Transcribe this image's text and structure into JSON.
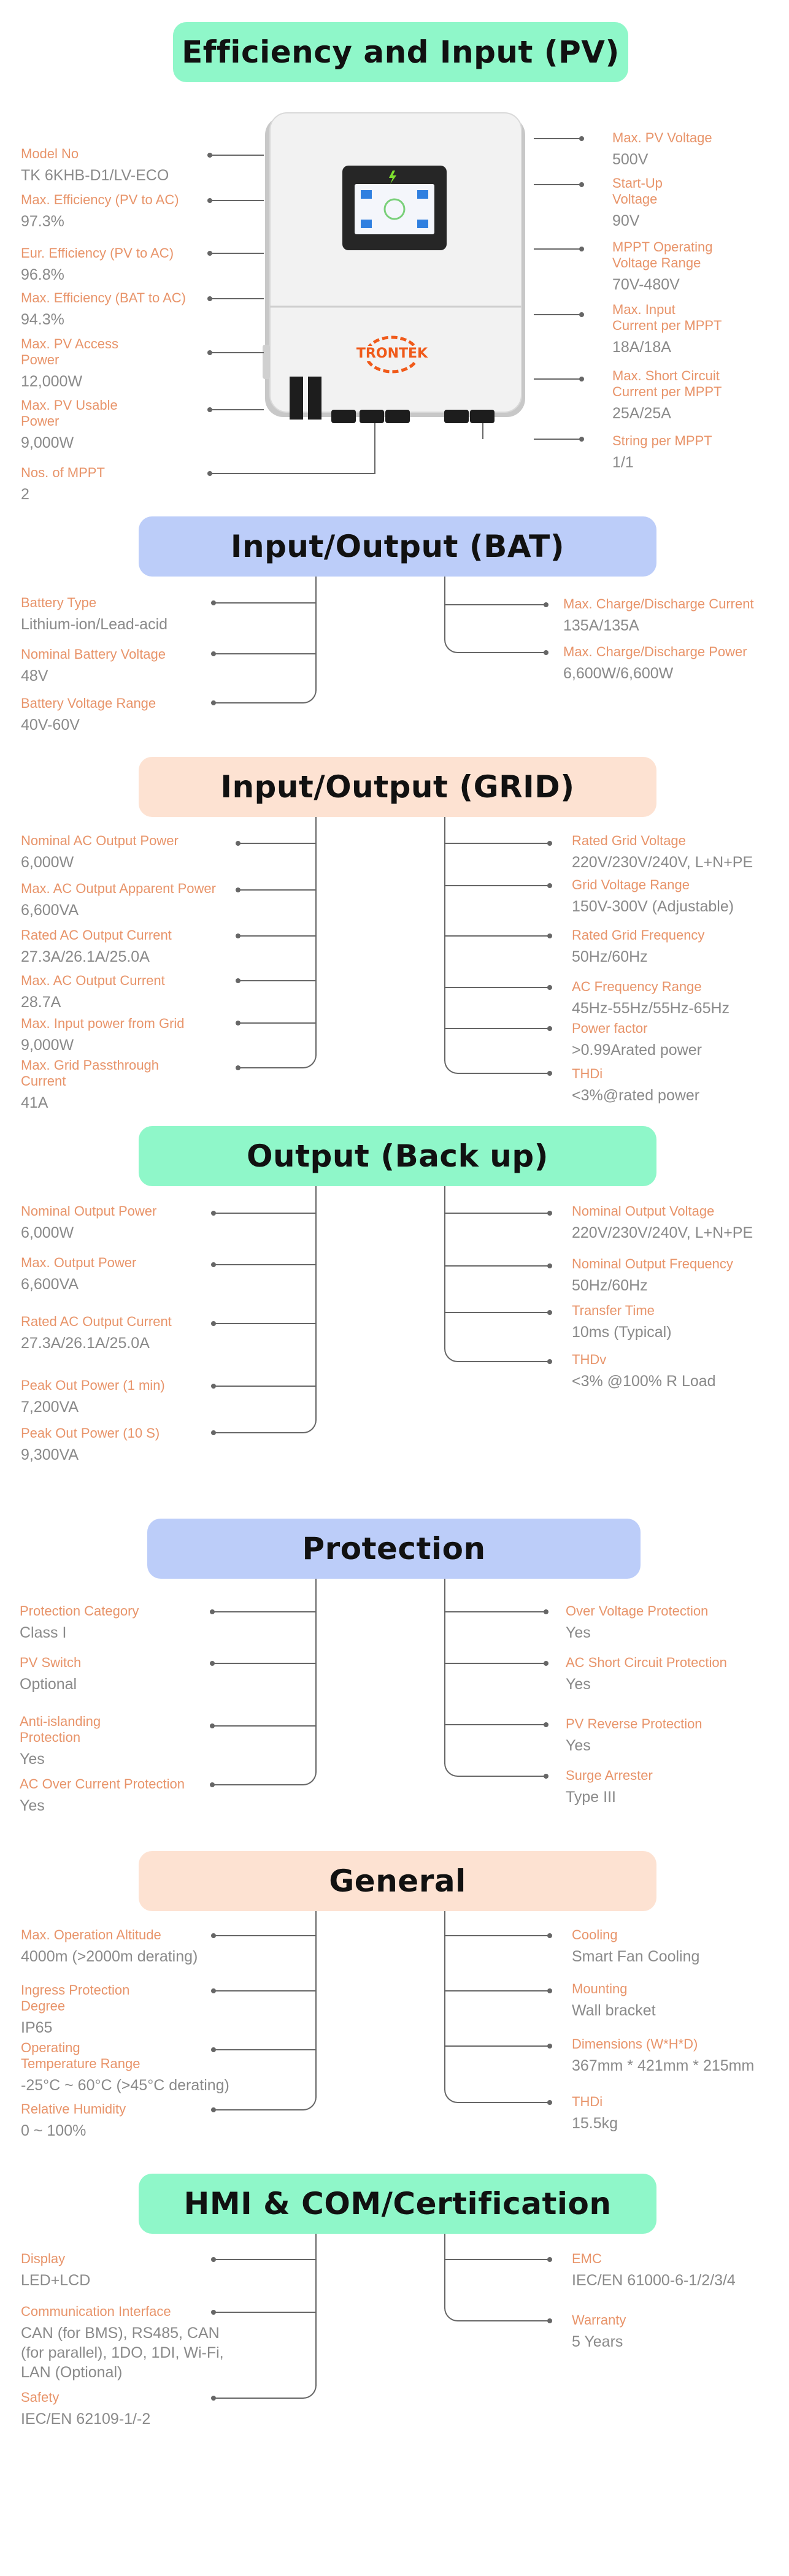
{
  "sections": {
    "pv": {
      "title": "Efficiency and Input (PV)",
      "left": [
        {
          "label": "Model No",
          "value": "TK 6KHB-D1/LV-ECO"
        },
        {
          "label": "Max. Efficiency (PV to AC)",
          "value": "97.3%"
        },
        {
          "label": "Eur. Efficiency (PV to AC)",
          "value": "96.8%"
        },
        {
          "label": "Max. Efficiency (BAT to AC)",
          "value": "94.3%"
        },
        {
          "label": "Max. PV Access\nPower",
          "value": "12,000W"
        },
        {
          "label": "Max. PV Usable\nPower",
          "value": "9,000W"
        },
        {
          "label": "Nos. of MPPT",
          "value": "2"
        }
      ],
      "right": [
        {
          "label": "Max. PV Voltage",
          "value": "500V"
        },
        {
          "label": "Start-Up\nVoltage",
          "value": "90V"
        },
        {
          "label": "MPPT Operating\nVoltage Range",
          "value": "70V-480V"
        },
        {
          "label": "Max. Input\nCurrent per MPPT",
          "value": "18A/18A"
        },
        {
          "label": "Max. Short Circuit\nCurrent per MPPT",
          "value": "25A/25A"
        },
        {
          "label": "String per MPPT",
          "value": "1/1"
        }
      ]
    },
    "bat": {
      "title": "Input/Output (BAT)",
      "left": [
        {
          "label": "Battery Type",
          "value": "Lithium-ion/Lead-acid"
        },
        {
          "label": "Nominal Battery Voltage",
          "value": "48V"
        },
        {
          "label": "Battery Voltage Range",
          "value": "40V-60V"
        }
      ],
      "right": [
        {
          "label": "Max. Charge/Discharge Current",
          "value": "135A/135A"
        },
        {
          "label": "Max. Charge/Discharge Power",
          "value": "6,600W/6,600W"
        }
      ]
    },
    "grid": {
      "title": "Input/Output (GRID)",
      "left": [
        {
          "label": "Nominal AC Output Power",
          "value": "6,000W"
        },
        {
          "label": "Max. AC Output Apparent Power",
          "value": "6,600VA"
        },
        {
          "label": "Rated AC Output Current",
          "value": "27.3A/26.1A/25.0A"
        },
        {
          "label": "Max. AC Output Current",
          "value": "28.7A"
        },
        {
          "label": "Max. Input power from Grid",
          "value": "9,000W"
        },
        {
          "label": "Max. Grid Passthrough\nCurrent",
          "value": "41A"
        }
      ],
      "right": [
        {
          "label": "Rated Grid Voltage",
          "value": "220V/230V/240V, L+N+PE"
        },
        {
          "label": "Grid Voltage Range",
          "value": "150V-300V (Adjustable)"
        },
        {
          "label": "Rated Grid Frequency",
          "value": "50Hz/60Hz"
        },
        {
          "label": "AC Frequency Range",
          "value": "45Hz-55Hz/55Hz-65Hz"
        },
        {
          "label": "Power factor",
          "value": ">0.99Arated power"
        },
        {
          "label": "THDi",
          "value": "<3%@rated power"
        }
      ]
    },
    "backup": {
      "title": "Output (Back up)",
      "left": [
        {
          "label": "Nominal Output Power",
          "value": "6,000W"
        },
        {
          "label": "Max. Output Power",
          "value": "6,600VA"
        },
        {
          "label": "Rated AC Output Current",
          "value": "27.3A/26.1A/25.0A"
        },
        {
          "label": "Peak Out Power (1 min)",
          "value": "7,200VA"
        },
        {
          "label": "Peak Out Power (10 S)",
          "value": "9,300VA"
        }
      ],
      "right": [
        {
          "label": "Nominal Output Voltage",
          "value": "220V/230V/240V, L+N+PE"
        },
        {
          "label": "Nominal Output Frequency",
          "value": "50Hz/60Hz"
        },
        {
          "label": "Transfer Time",
          "value": "10ms (Typical)"
        },
        {
          "label": "THDv",
          "value": "<3% @100% R Load"
        }
      ]
    },
    "protection": {
      "title": "Protection",
      "left": [
        {
          "label": "Protection Category",
          "value": "Class I"
        },
        {
          "label": "PV Switch",
          "value": "Optional"
        },
        {
          "label": "Anti-islanding\nProtection",
          "value": "Yes"
        },
        {
          "label": "AC Over Current Protection",
          "value": "Yes"
        }
      ],
      "right": [
        {
          "label": "Over Voltage Protection",
          "value": "Yes"
        },
        {
          "label": "AC Short Circuit Protection",
          "value": "Yes"
        },
        {
          "label": "PV Reverse Protection",
          "value": "Yes"
        },
        {
          "label": "Surge Arrester",
          "value": "Type III"
        }
      ]
    },
    "general": {
      "title": "General",
      "left": [
        {
          "label": "Max. Operation Altitude",
          "value": "4000m (>2000m derating)"
        },
        {
          "label": "Ingress Protection\nDegree",
          "value": "IP65"
        },
        {
          "label": "Operating\nTemperature Range",
          "value": "-25°C ~ 60°C (>45°C derating)"
        },
        {
          "label": "Relative Humidity",
          "value": "0 ~ 100%"
        }
      ],
      "right": [
        {
          "label": "Cooling",
          "value": "Smart Fan Cooling"
        },
        {
          "label": "Mounting",
          "value": "Wall bracket"
        },
        {
          "label": "Dimensions (W*H*D)",
          "value": "367mm * 421mm * 215mm"
        },
        {
          "label": "THDi",
          "value": "15.5kg"
        }
      ]
    },
    "hmi": {
      "title": "HMI & COM/Certification",
      "left": [
        {
          "label": "Display",
          "value": "LED+LCD"
        },
        {
          "label": "Communication Interface",
          "value": "CAN (for BMS), RS485, CAN\n(for parallel), 1DO, 1DI, Wi-Fi,\nLAN (Optional)"
        },
        {
          "label": "Safety",
          "value": "IEC/EN 62109-1/-2"
        }
      ],
      "right": [
        {
          "label": "EMC",
          "value": "IEC/EN 61000-6-1/2/3/4"
        },
        {
          "label": "Warranty",
          "value": "5 Years"
        }
      ]
    }
  },
  "product": {
    "brand": "TRONTEK"
  },
  "colors": {
    "label": "#e8946a",
    "value": "#8a8a8a",
    "green": "#8ff7c9",
    "blue": "#bccdf9",
    "peach": "#fde2d2",
    "brand": "#f05a1a"
  }
}
